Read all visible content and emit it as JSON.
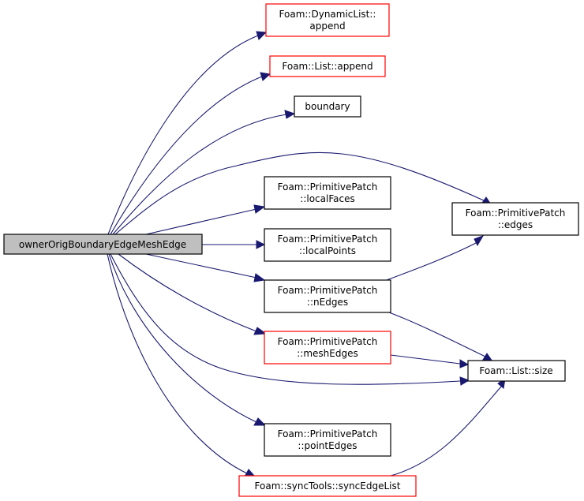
{
  "colors": {
    "edge": "#191970",
    "root_fill": "#bfbfbf",
    "link_border": "#ff0000",
    "plain_border": "#000000"
  },
  "root": {
    "label": "ownerOrigBoundaryEdgeMeshEdge"
  },
  "nodes": {
    "dynamic_append": {
      "line1": "Foam::DynamicList::",
      "line2": "append"
    },
    "list_append": {
      "line1": "Foam::List::append"
    },
    "boundary": {
      "line1": "boundary"
    },
    "local_faces": {
      "line1": "Foam::PrimitivePatch",
      "line2": "::localFaces"
    },
    "local_points": {
      "line1": "Foam::PrimitivePatch",
      "line2": "::localPoints"
    },
    "n_edges": {
      "line1": "Foam::PrimitivePatch",
      "line2": "::nEdges"
    },
    "mesh_edges": {
      "line1": "Foam::PrimitivePatch",
      "line2": "::meshEdges"
    },
    "point_edges": {
      "line1": "Foam::PrimitivePatch",
      "line2": "::pointEdges"
    },
    "sync_edge_list": {
      "line1": "Foam::syncTools::syncEdgeList"
    },
    "edges": {
      "line1": "Foam::PrimitivePatch",
      "line2": "::edges"
    },
    "size": {
      "line1": "Foam::List::size"
    }
  }
}
